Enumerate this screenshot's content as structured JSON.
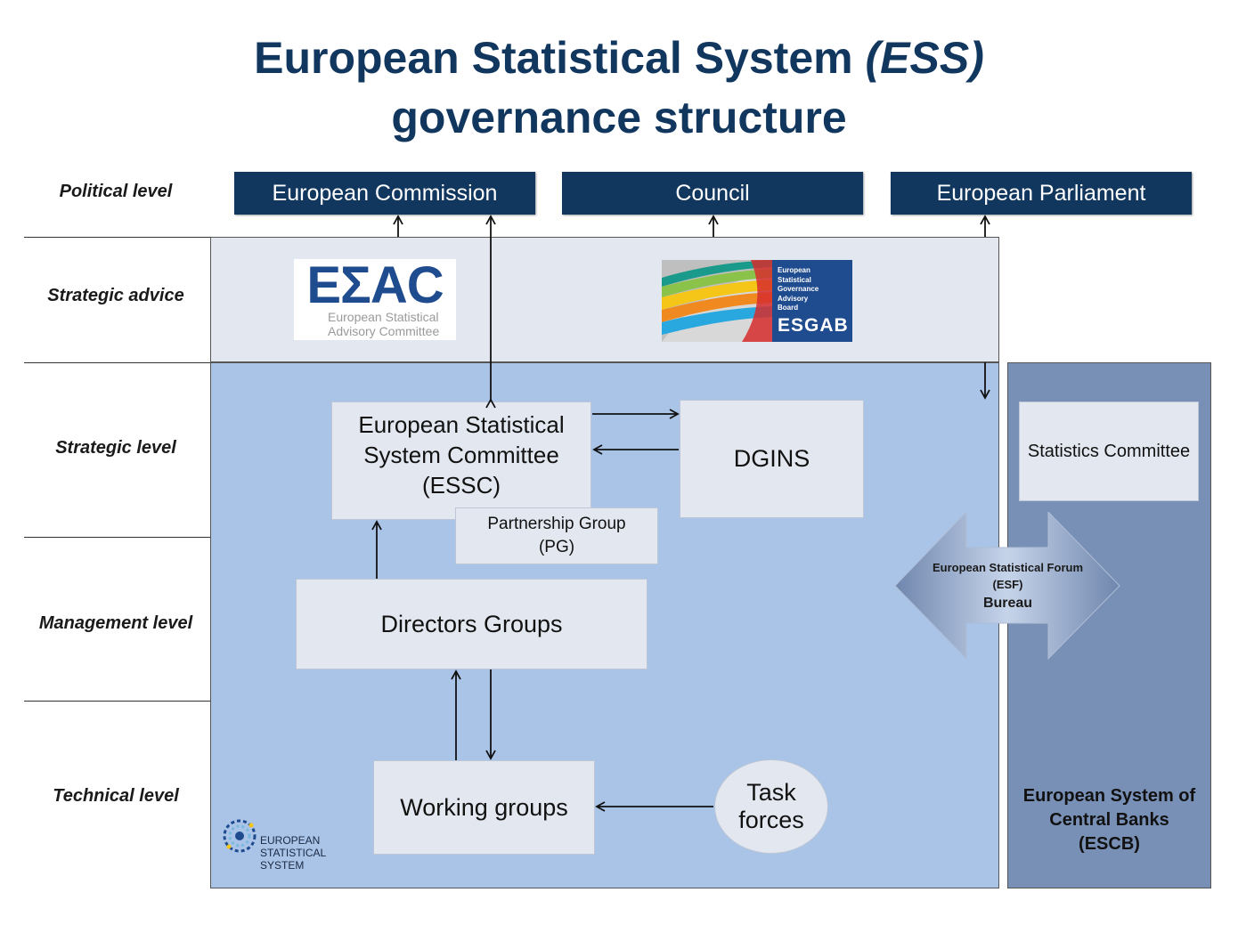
{
  "title": {
    "main": "European Statistical System",
    "abbr": "(ESS)",
    "line2": "governance structure"
  },
  "levels": {
    "political": "Political level",
    "strategic_advice": "Strategic advice",
    "strategic": "Strategic level",
    "management": "Management level",
    "technical": "Technical level"
  },
  "political_bodies": {
    "commission": "European Commission",
    "council": "Council",
    "parliament": "European Parliament"
  },
  "esac_logo": {
    "mark": "EΣAC",
    "line1": "European Statistical",
    "line2": "Advisory Committee"
  },
  "esgab_logo": {
    "line1": "European",
    "line2": "Statistical",
    "line3": "Governance",
    "line4": "Advisory",
    "line5": "Board",
    "acronym": "ESGAB"
  },
  "essc": {
    "line1": "European Statistical",
    "line2": "System Committee",
    "line3": "(ESSC)"
  },
  "dgins": "DGINS",
  "partnership_group": {
    "line1": "Partnership Group",
    "line2": "(PG)"
  },
  "directors_groups": "Directors Groups",
  "working_groups": "Working groups",
  "task_forces": {
    "line1": "Task",
    "line2": "forces"
  },
  "statistics_committee": "Statistics Committee",
  "esf": {
    "line1": "European Statistical Forum",
    "line2": "(ESF)",
    "line3": "Bureau"
  },
  "escb": {
    "line1": "European System of",
    "line2": "Central Banks",
    "line3": "(ESCB)"
  },
  "ess_logo": {
    "line1": "EUROPEAN",
    "line2": "STATISTICAL",
    "line3": "SYSTEM"
  },
  "colors": {
    "navy": "#12375f",
    "advice_band": "#e3e8f0",
    "ess_area": "#aac4e8",
    "escb_area": "#7890b6",
    "light_box": "#e3e8f0"
  }
}
